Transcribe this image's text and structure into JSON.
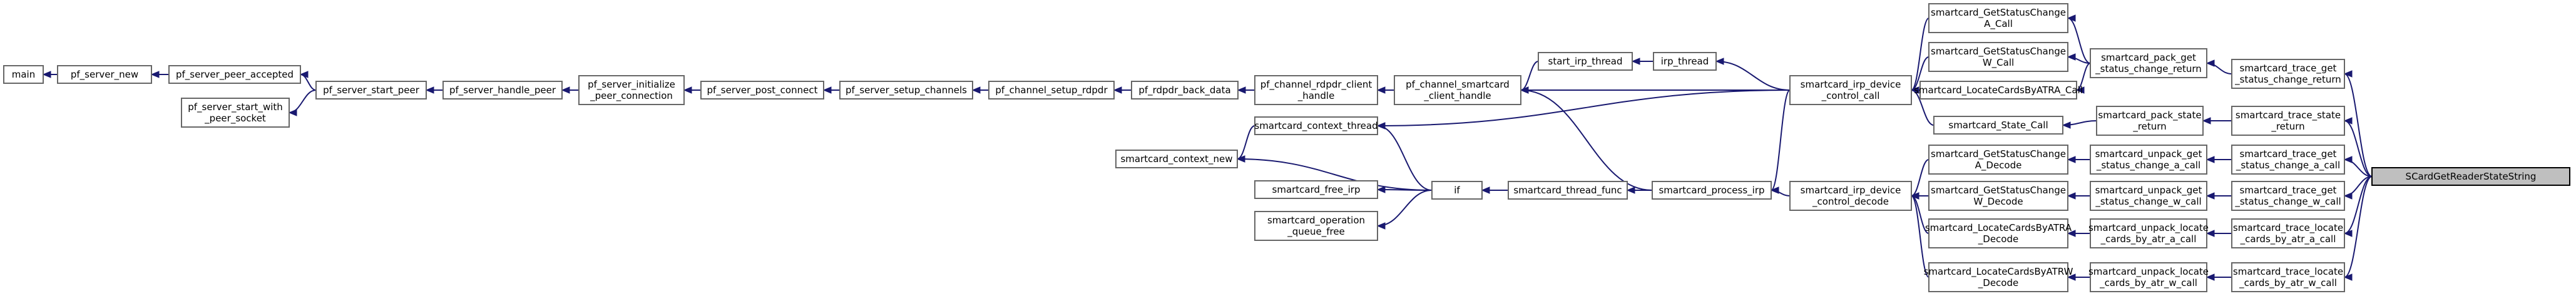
{
  "graph_title": "",
  "nodes": {
    "main": [
      "main"
    ],
    "pf_server_new": [
      "pf_server_new"
    ],
    "pf_server_peer_accepted": [
      "pf_server_peer_accepted"
    ],
    "pf_server_start_with_peer_socket": [
      "pf_server_start_with",
      "_peer_socket"
    ],
    "pf_server_start_peer": [
      "pf_server_start_peer"
    ],
    "pf_server_handle_peer": [
      "pf_server_handle_peer"
    ],
    "pf_server_initialize_peer_connection": [
      "pf_server_initialize",
      "_peer_connection"
    ],
    "pf_server_post_connect": [
      "pf_server_post_connect"
    ],
    "pf_server_setup_channels": [
      "pf_server_setup_channels"
    ],
    "pf_channel_setup_rdpdr": [
      "pf_channel_setup_rdpdr"
    ],
    "pf_rdpdr_back_data": [
      "pf_rdpdr_back_data"
    ],
    "pf_channel_rdpdr_client_handle": [
      "pf_channel_rdpdr_client",
      "_handle"
    ],
    "pf_channel_smartcard_client_handle": [
      "pf_channel_smartcard",
      "_client_handle"
    ],
    "start_irp_thread": [
      "start_irp_thread"
    ],
    "irp_thread": [
      "irp_thread"
    ],
    "smartcard_context_new": [
      "smartcard_context_new"
    ],
    "smartcard_context_thread": [
      "smartcard_context_thread"
    ],
    "smartcard_free_irp": [
      "smartcard_free_irp"
    ],
    "smartcard_operation_queue_free": [
      "smartcard_operation",
      "_queue_free"
    ],
    "if": [
      "if"
    ],
    "smartcard_thread_func": [
      "smartcard_thread_func"
    ],
    "smartcard_process_irp": [
      "smartcard_process_irp"
    ],
    "smartcard_irp_device_control_call": [
      "smartcard_irp_device",
      "_control_call"
    ],
    "smartcard_irp_device_control_decode": [
      "smartcard_irp_device",
      "_control_decode"
    ],
    "smartcard_GetStatusChangeA_Call": [
      "smartcard_GetStatusChange",
      "A_Call"
    ],
    "smartcard_GetStatusChangeW_Call": [
      "smartcard_GetStatusChange",
      "W_Call"
    ],
    "smartcard_LocateCardsByATRA_Call": [
      "smartcard_LocateCardsByATRA_Call"
    ],
    "smartcard_State_Call": [
      "smartcard_State_Call"
    ],
    "smartcard_GetStatusChangeA_Decode": [
      "smartcard_GetStatusChange",
      "A_Decode"
    ],
    "smartcard_GetStatusChangeW_Decode": [
      "smartcard_GetStatusChange",
      "W_Decode"
    ],
    "smartcard_LocateCardsByATRA_Decode": [
      "smartcard_LocateCardsByATRA",
      "_Decode"
    ],
    "smartcard_LocateCardsByATRW_Decode": [
      "smartcard_LocateCardsByATRW",
      "_Decode"
    ],
    "smartcard_pack_get_status_change_return": [
      "smartcard_pack_get",
      "_status_change_return"
    ],
    "smartcard_pack_state_return": [
      "smartcard_pack_state",
      "_return"
    ],
    "smartcard_unpack_get_status_change_a_call": [
      "smartcard_unpack_get",
      "_status_change_a_call"
    ],
    "smartcard_unpack_get_status_change_w_call": [
      "smartcard_unpack_get",
      "_status_change_w_call"
    ],
    "smartcard_unpack_locate_cards_by_atr_a_call": [
      "smartcard_unpack_locate",
      "_cards_by_atr_a_call"
    ],
    "smartcard_unpack_locate_cards_by_atr_w_call": [
      "smartcard_unpack_locate",
      "_cards_by_atr_w_call"
    ],
    "smartcard_trace_get_status_change_return": [
      "smartcard_trace_get",
      "_status_change_return"
    ],
    "smartcard_trace_state_return": [
      "smartcard_trace_state",
      "_return"
    ],
    "smartcard_trace_get_status_change_a_call": [
      "smartcard_trace_get",
      "_status_change_a_call"
    ],
    "smartcard_trace_get_status_change_w_call": [
      "smartcard_trace_get",
      "_status_change_w_call"
    ],
    "smartcard_trace_locate_cards_by_atr_a_call": [
      "smartcard_trace_locate",
      "_cards_by_atr_a_call"
    ],
    "smartcard_trace_locate_cards_by_atr_w_call": [
      "smartcard_trace_locate",
      "_cards_by_atr_w_call"
    ],
    "SCardGetReaderStateString": [
      "SCardGetReaderStateString"
    ]
  },
  "highlight_node": "SCardGetReaderStateString",
  "edges": [
    [
      "pf_server_new",
      "main"
    ],
    [
      "pf_server_peer_accepted",
      "pf_server_new"
    ],
    [
      "pf_server_start_peer",
      "pf_server_peer_accepted"
    ],
    [
      "pf_server_start_peer",
      "pf_server_start_with_peer_socket"
    ],
    [
      "pf_server_handle_peer",
      "pf_server_start_peer"
    ],
    [
      "pf_server_initialize_peer_connection",
      "pf_server_handle_peer"
    ],
    [
      "pf_server_post_connect",
      "pf_server_initialize_peer_connection"
    ],
    [
      "pf_server_setup_channels",
      "pf_server_post_connect"
    ],
    [
      "pf_channel_setup_rdpdr",
      "pf_server_setup_channels"
    ],
    [
      "pf_rdpdr_back_data",
      "pf_channel_setup_rdpdr"
    ],
    [
      "pf_channel_rdpdr_client_handle",
      "pf_rdpdr_back_data"
    ],
    [
      "pf_channel_smartcard_client_handle",
      "pf_channel_rdpdr_client_handle"
    ],
    [
      "start_irp_thread",
      "pf_channel_smartcard_client_handle"
    ],
    [
      "irp_thread",
      "start_irp_thread"
    ],
    [
      "smartcard_irp_device_control_call",
      "irp_thread"
    ],
    [
      "smartcard_irp_device_control_call",
      "pf_channel_smartcard_client_handle"
    ],
    [
      "smartcard_irp_device_control_call",
      "smartcard_context_thread"
    ],
    [
      "smartcard_context_thread",
      "smartcard_context_new"
    ],
    [
      "if",
      "smartcard_context_new"
    ],
    [
      "if",
      "smartcard_context_thread"
    ],
    [
      "if",
      "smartcard_free_irp"
    ],
    [
      "if",
      "smartcard_operation_queue_free"
    ],
    [
      "smartcard_thread_func",
      "if"
    ],
    [
      "smartcard_process_irp",
      "smartcard_thread_func"
    ],
    [
      "smartcard_process_irp",
      "if"
    ],
    [
      "smartcard_process_irp",
      "pf_channel_smartcard_client_handle"
    ],
    [
      "smartcard_irp_device_control_call",
      "smartcard_process_irp"
    ],
    [
      "smartcard_irp_device_control_decode",
      "smartcard_process_irp"
    ],
    [
      "smartcard_GetStatusChangeA_Call",
      "smartcard_irp_device_control_call"
    ],
    [
      "smartcard_GetStatusChangeW_Call",
      "smartcard_irp_device_control_call"
    ],
    [
      "smartcard_LocateCardsByATRA_Call",
      "smartcard_irp_device_control_call"
    ],
    [
      "smartcard_State_Call",
      "smartcard_irp_device_control_call"
    ],
    [
      "smartcard_GetStatusChangeA_Decode",
      "smartcard_irp_device_control_decode"
    ],
    [
      "smartcard_GetStatusChangeW_Decode",
      "smartcard_irp_device_control_decode"
    ],
    [
      "smartcard_LocateCardsByATRA_Decode",
      "smartcard_irp_device_control_decode"
    ],
    [
      "smartcard_LocateCardsByATRW_Decode",
      "smartcard_irp_device_control_decode"
    ],
    [
      "smartcard_pack_get_status_change_return",
      "smartcard_GetStatusChangeA_Call"
    ],
    [
      "smartcard_pack_get_status_change_return",
      "smartcard_GetStatusChangeW_Call"
    ],
    [
      "smartcard_pack_get_status_change_return",
      "smartcard_LocateCardsByATRA_Call"
    ],
    [
      "smartcard_pack_state_return",
      "smartcard_State_Call"
    ],
    [
      "smartcard_unpack_get_status_change_a_call",
      "smartcard_GetStatusChangeA_Decode"
    ],
    [
      "smartcard_unpack_get_status_change_w_call",
      "smartcard_GetStatusChangeW_Decode"
    ],
    [
      "smartcard_unpack_locate_cards_by_atr_a_call",
      "smartcard_LocateCardsByATRA_Decode"
    ],
    [
      "smartcard_unpack_locate_cards_by_atr_w_call",
      "smartcard_LocateCardsByATRW_Decode"
    ],
    [
      "smartcard_trace_get_status_change_return",
      "smartcard_pack_get_status_change_return"
    ],
    [
      "smartcard_trace_state_return",
      "smartcard_pack_state_return"
    ],
    [
      "smartcard_trace_get_status_change_a_call",
      "smartcard_unpack_get_status_change_a_call"
    ],
    [
      "smartcard_trace_get_status_change_w_call",
      "smartcard_unpack_get_status_change_w_call"
    ],
    [
      "smartcard_trace_locate_cards_by_atr_a_call",
      "smartcard_unpack_locate_cards_by_atr_a_call"
    ],
    [
      "smartcard_trace_locate_cards_by_atr_w_call",
      "smartcard_unpack_locate_cards_by_atr_w_call"
    ],
    [
      "SCardGetReaderStateString",
      "smartcard_trace_get_status_change_return"
    ],
    [
      "SCardGetReaderStateString",
      "smartcard_trace_state_return"
    ],
    [
      "SCardGetReaderStateString",
      "smartcard_trace_get_status_change_a_call"
    ],
    [
      "SCardGetReaderStateString",
      "smartcard_trace_get_status_change_w_call"
    ],
    [
      "SCardGetReaderStateString",
      "smartcard_trace_locate_cards_by_atr_a_call"
    ],
    [
      "SCardGetReaderStateString",
      "smartcard_trace_locate_cards_by_atr_w_call"
    ]
  ]
}
